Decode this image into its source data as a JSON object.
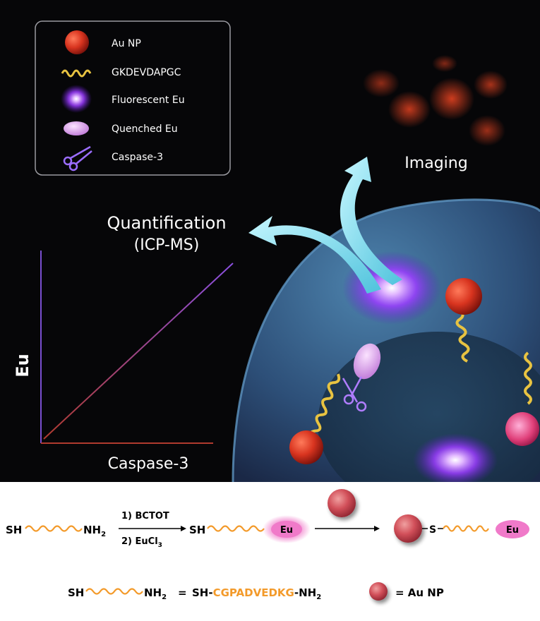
{
  "legend": {
    "items": [
      {
        "label": "Au NP",
        "icon": "gold-nanoparticle-icon"
      },
      {
        "label": "GKDEVDAPGC",
        "icon": "peptide-helix-icon"
      },
      {
        "label": "Fluorescent Eu",
        "icon": "fluorescent-eu-icon"
      },
      {
        "label": "Quenched Eu",
        "icon": "quenched-eu-icon"
      },
      {
        "label": "Caspase-3",
        "icon": "scissors-icon"
      }
    ]
  },
  "labels": {
    "imaging": "Imaging",
    "quantification_line1": "Quantification",
    "quantification_line2": "(ICP-MS)"
  },
  "plot": {
    "ylabel": "Eu",
    "xlabel": "Caspase-3"
  },
  "scheme": {
    "start_left": "SH",
    "start_right": "NH",
    "subscript_2": "2",
    "step1": "1) BCTOT",
    "step2": "2) EuCl",
    "step2_sub": "3",
    "mid_left": "SH",
    "eu_tag": "Eu",
    "product_s": "S",
    "product_eu": "Eu",
    "def_left": "SH",
    "def_right": "NH",
    "equals1": "=",
    "seq_prefix": "SH-",
    "sequence": "CGPADVEDKG",
    "seq_suffix": "-NH",
    "equals2": "= Au NP"
  },
  "colors": {
    "background": "#060608",
    "legend_border": "#9a9aa0",
    "arrow": "#7fe3f0",
    "cell": "#3f6f9a",
    "gold": "#c23a2a",
    "peptide": "#e8c341",
    "eu_glow": "#b86bff",
    "orange_chain": "#f39a2a",
    "eu_pink": "#f07ac9",
    "plot_y_axis": "#7a4fd0",
    "plot_x_axis": "#b03a2e"
  }
}
